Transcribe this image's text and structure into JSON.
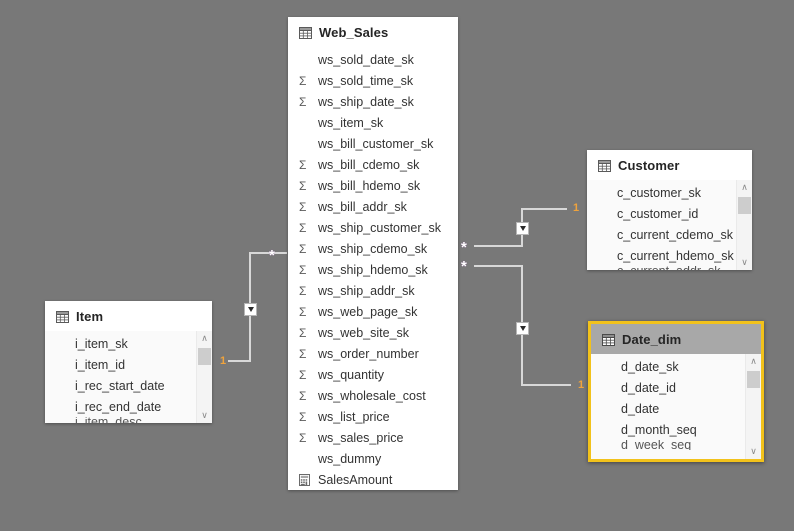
{
  "app": {
    "view": "model-diagram",
    "canvas_background": "#787878",
    "selection_color": "#f2c21b"
  },
  "tables": [
    {
      "id": "web_sales",
      "name": "Web_Sales",
      "selected": false,
      "has_scrollbar": false,
      "icon": "table-icon",
      "fields": [
        {
          "name": "ws_sold_date_sk",
          "icon": "column-icon"
        },
        {
          "name": "ws_sold_time_sk",
          "icon": "sigma-icon"
        },
        {
          "name": "ws_ship_date_sk",
          "icon": "sigma-icon"
        },
        {
          "name": "ws_item_sk",
          "icon": "column-icon"
        },
        {
          "name": "ws_bill_customer_sk",
          "icon": "column-icon"
        },
        {
          "name": "ws_bill_cdemo_sk",
          "icon": "sigma-icon"
        },
        {
          "name": "ws_bill_hdemo_sk",
          "icon": "sigma-icon"
        },
        {
          "name": "ws_bill_addr_sk",
          "icon": "sigma-icon"
        },
        {
          "name": "ws_ship_customer_sk",
          "icon": "sigma-icon"
        },
        {
          "name": "ws_ship_cdemo_sk",
          "icon": "sigma-icon"
        },
        {
          "name": "ws_ship_hdemo_sk",
          "icon": "sigma-icon"
        },
        {
          "name": "ws_ship_addr_sk",
          "icon": "sigma-icon"
        },
        {
          "name": "ws_web_page_sk",
          "icon": "sigma-icon"
        },
        {
          "name": "ws_web_site_sk",
          "icon": "sigma-icon"
        },
        {
          "name": "ws_order_number",
          "icon": "sigma-icon"
        },
        {
          "name": "ws_quantity",
          "icon": "sigma-icon"
        },
        {
          "name": "ws_wholesale_cost",
          "icon": "sigma-icon"
        },
        {
          "name": "ws_list_price",
          "icon": "sigma-icon"
        },
        {
          "name": "ws_sales_price",
          "icon": "sigma-icon"
        },
        {
          "name": "ws_dummy",
          "icon": "column-icon"
        },
        {
          "name": "SalesAmount",
          "icon": "measure-calculator-icon"
        }
      ]
    },
    {
      "id": "item",
      "name": "Item",
      "selected": false,
      "has_scrollbar": true,
      "icon": "table-icon",
      "fields": [
        {
          "name": "i_item_sk",
          "icon": "column-icon"
        },
        {
          "name": "i_item_id",
          "icon": "column-icon"
        },
        {
          "name": "i_rec_start_date",
          "icon": "column-icon"
        },
        {
          "name": "i_rec_end_date",
          "icon": "column-icon"
        },
        {
          "name": "i_item_desc",
          "icon": "column-icon",
          "clipped": true
        }
      ]
    },
    {
      "id": "customer",
      "name": "Customer",
      "selected": false,
      "has_scrollbar": true,
      "icon": "table-icon",
      "fields": [
        {
          "name": "c_customer_sk",
          "icon": "column-icon"
        },
        {
          "name": "c_customer_id",
          "icon": "column-icon"
        },
        {
          "name": "c_current_cdemo_sk",
          "icon": "column-icon"
        },
        {
          "name": "c_current_hdemo_sk",
          "icon": "column-icon"
        },
        {
          "name": "c_current_addr_sk",
          "icon": "column-icon",
          "clipped": true
        }
      ]
    },
    {
      "id": "date_dim",
      "name": "Date_dim",
      "selected": true,
      "has_scrollbar": true,
      "icon": "table-icon",
      "fields": [
        {
          "name": "d_date_sk",
          "icon": "column-icon"
        },
        {
          "name": "d_date_id",
          "icon": "column-icon"
        },
        {
          "name": "d_date",
          "icon": "column-icon"
        },
        {
          "name": "d_month_seq",
          "icon": "column-icon"
        },
        {
          "name": "d_week_seq",
          "icon": "column-icon",
          "clipped": true
        }
      ]
    }
  ],
  "relationships": [
    {
      "id": "item-to-websales",
      "from_table": "Item",
      "to_table": "Web_Sales",
      "from_cardinality": "1",
      "to_cardinality": "*",
      "cross_filter": "single"
    },
    {
      "id": "websales-to-customer",
      "from_table": "Web_Sales",
      "to_table": "Customer",
      "from_cardinality": "*",
      "to_cardinality": "1",
      "cross_filter": "single"
    },
    {
      "id": "websales-to-datedim",
      "from_table": "Web_Sales",
      "to_table": "Date_dim",
      "from_cardinality": "*",
      "to_cardinality": "1",
      "cross_filter": "single"
    }
  ],
  "glyphs": {
    "sigma": "Σ",
    "star": "*",
    "scroll_up": "∧",
    "scroll_down": "∨"
  }
}
